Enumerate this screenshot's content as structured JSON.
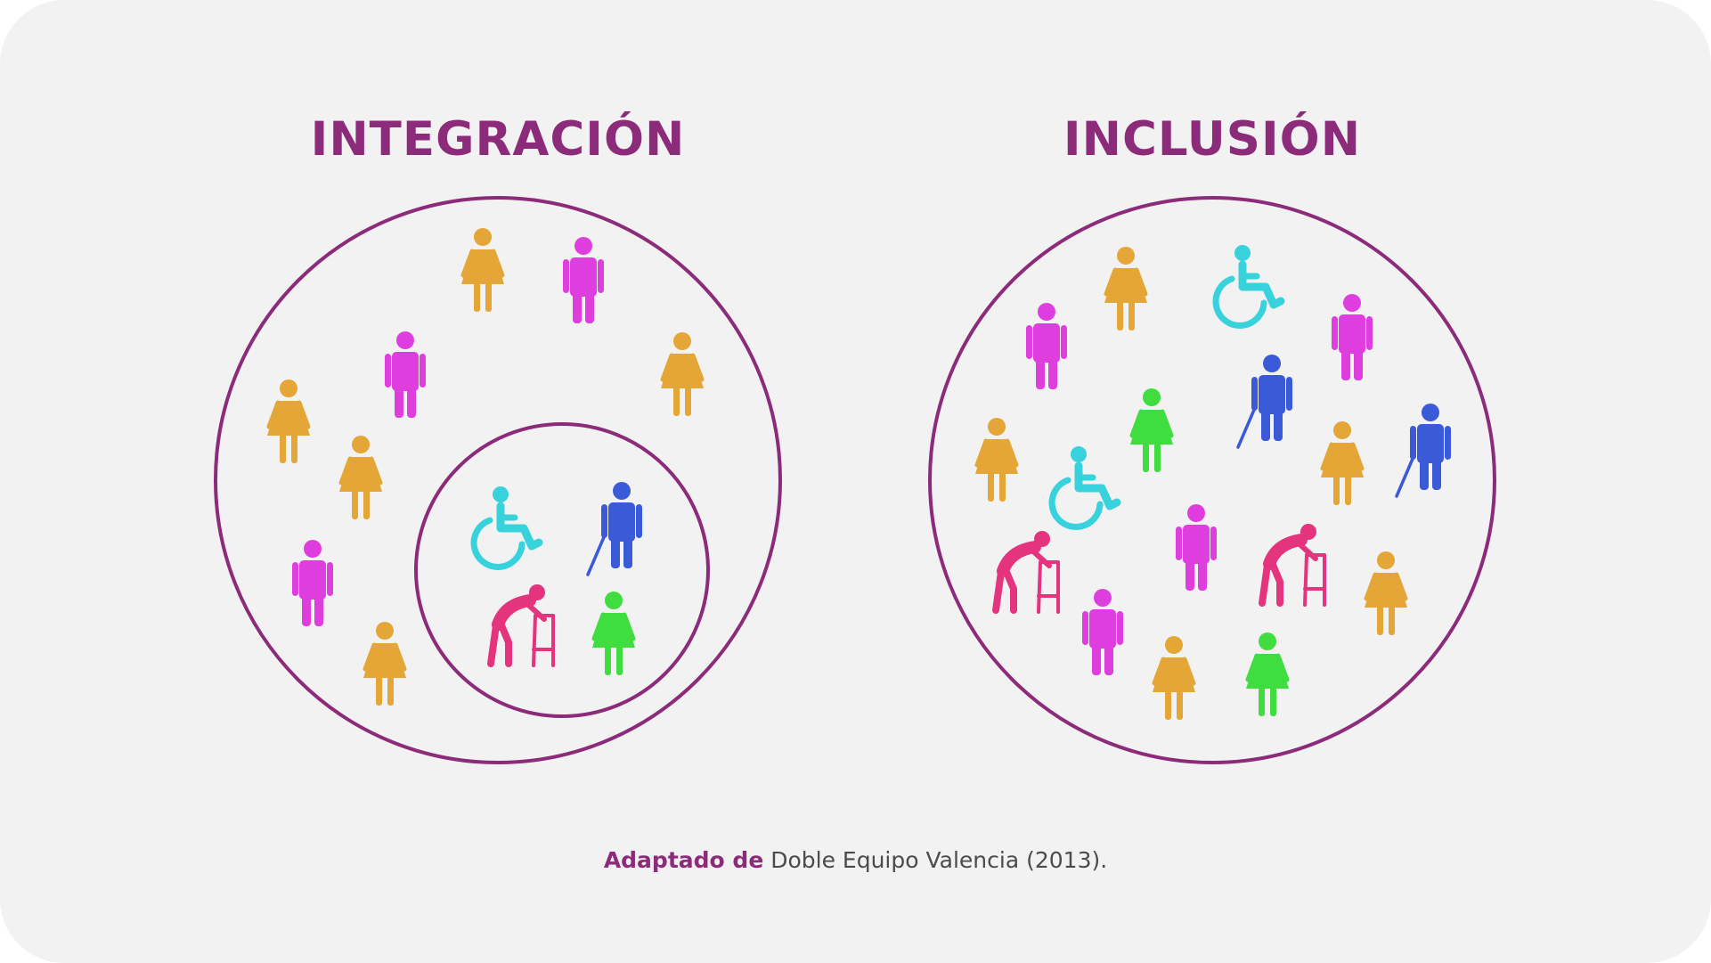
{
  "titles": {
    "integracion": "INTEGRACIÓN",
    "inclusion": "INCLUSIÓN"
  },
  "caption": {
    "bold": "Adaptado de",
    "text": "Doble Equipo Valencia (2013)."
  },
  "colors": {
    "background": "#f3f2f2",
    "title": "#8b2b7a",
    "circle": "#8b2b7a",
    "woman": "#e3a637",
    "man": "#df3edf",
    "wheelchair": "#37d2dc",
    "blind": "#3a5ad8",
    "walker": "#e3347d",
    "girl": "#3fdd3f"
  },
  "icon_legend": {
    "woman": "woman-icon",
    "man": "man-icon",
    "wheelchair": "wheelchair-user-icon",
    "blind": "person-with-cane-icon",
    "walker": "elderly-walker-icon",
    "girl": "green-woman-icon"
  }
}
